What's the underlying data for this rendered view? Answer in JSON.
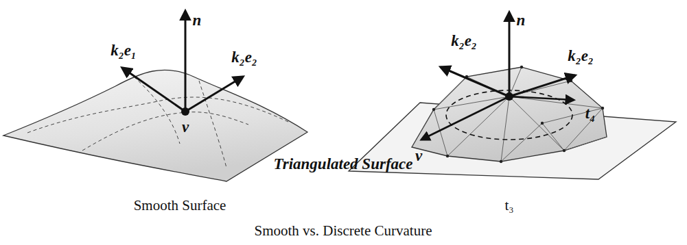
{
  "diagram": {
    "caption": "Smooth vs. Discrete Curvature",
    "labels": [
      "n",
      "k₂e₁",
      "k₂e₂",
      "v",
      "Smooth Surface",
      "n",
      "k₂e₂",
      "k₂e₂",
      "v",
      "t₄",
      "t₃",
      "Triangulated Surface"
    ]
  }
}
